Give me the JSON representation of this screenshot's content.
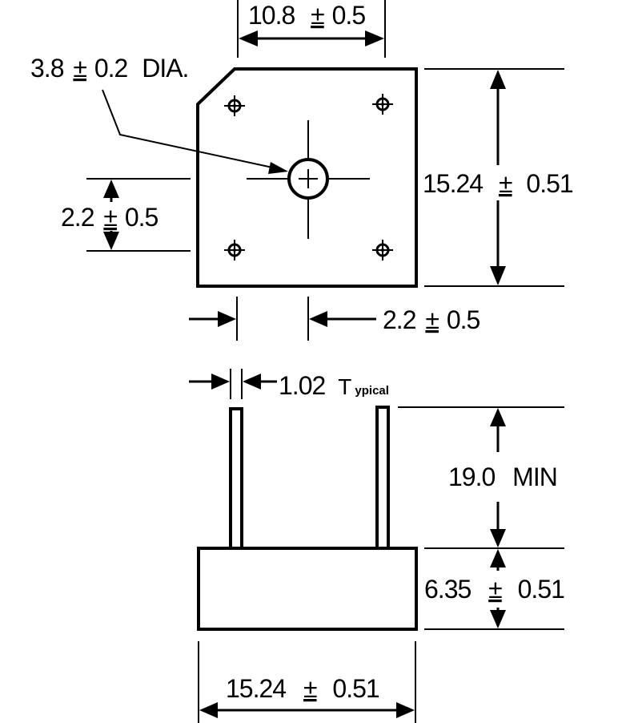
{
  "top_view": {
    "top_width": {
      "value": "10.8",
      "sym": "±",
      "tol": "0.5"
    },
    "hole_dia": {
      "value": "3.8",
      "sym": "±",
      "tol": "0.2",
      "suffix": "DIA."
    },
    "body_height": {
      "value": "15.24",
      "sym": "±",
      "tol": "0.51"
    },
    "hole_vert_offset": {
      "value": "2.2",
      "sym": "±",
      "tol": "0.5"
    },
    "hole_horiz_offset": {
      "value": "2.2",
      "sym": "±",
      "tol": "0.5"
    }
  },
  "side_view": {
    "lead_width": {
      "value": "1.02",
      "suffix_first": "T",
      "suffix_rest": "ypical"
    },
    "lead_length": {
      "value": "19.0",
      "suffix": "MIN"
    },
    "body_thickness": {
      "value": "6.35",
      "sym": "±",
      "tol": "0.51"
    },
    "body_width": {
      "value": "15.24",
      "sym": "±",
      "tol": "0.51"
    }
  }
}
